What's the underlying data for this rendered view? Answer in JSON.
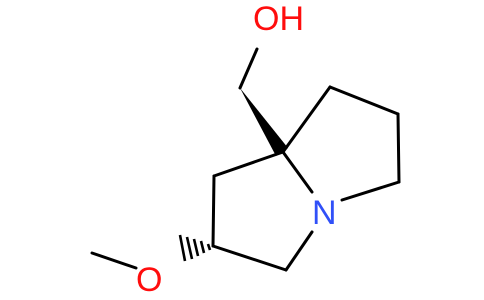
{
  "atoms": {
    "hydroxyl": {
      "label": "OH",
      "color": "#ff0d0d"
    },
    "nitrogen": {
      "label": "N",
      "color": "#3050f8"
    },
    "methoxy_oxygen": {
      "label": "O",
      "color": "#ff0d0d"
    }
  },
  "bond_color": "#000000"
}
